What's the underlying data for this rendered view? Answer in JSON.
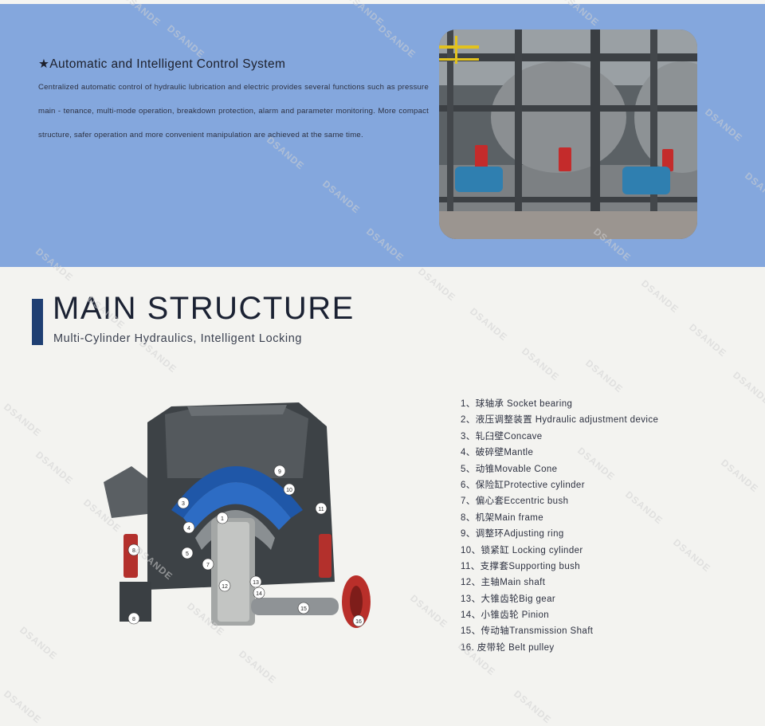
{
  "feature": {
    "title": "★Automatic and Intelligent Control System",
    "text": "Centralized automatic control of hydraulic lubrication and electric provides several functions such as pressure main - tenance, multi-mode operation, breakdown protection, alarm and parameter monitoring. More compact structure, safer operation and more convenient manipulation are achieved at the same time."
  },
  "section": {
    "title": "MAIN STRUCTURE",
    "subtitle": "Multi-Cylinder Hydraulics, Intelligent Locking"
  },
  "diagram_labels": [
    "1",
    "3",
    "4",
    "5",
    "7",
    "8",
    "8",
    "9",
    "10",
    "11",
    "12",
    "13",
    "14",
    "15",
    "16"
  ],
  "parts": [
    "1、球轴承  Socket bearing",
    "2、液压调整装置  Hydraulic adjustment device",
    "3、轧臼壁Concave",
    "4、破碎壁Mantle",
    "5、动锥Movable Cone",
    "6、保险缸Protective cylinder",
    "7、偏心套Eccentric bush",
    "8、机架Main frame",
    "9、调整环Adjusting ring",
    "10、锁紧缸 Locking cylinder",
    "11、支撑套Supporting bush",
    "12、主轴Main shaft",
    "13、大锥齿轮Big gear",
    "14、小锥齿轮 Pinion",
    "15、传动轴Transmission Shaft",
    "16. 皮带轮 Belt pulley"
  ],
  "watermark": "DSANDE",
  "colors": {
    "band": "#84a7dd",
    "accent": "#1f3f73",
    "background": "#f3f3f0"
  }
}
